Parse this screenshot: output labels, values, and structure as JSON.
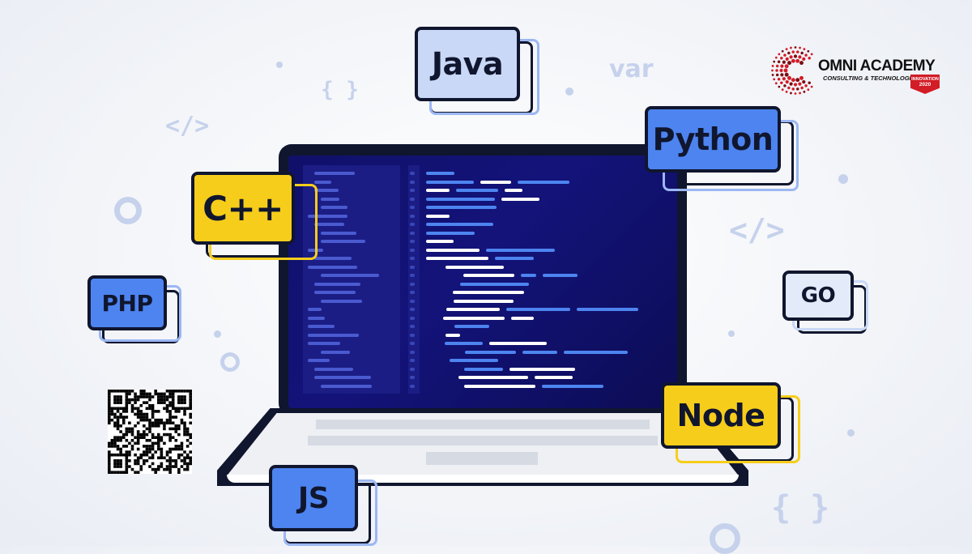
{
  "decor": {
    "braces_top": "{ }",
    "tag_left": "</>",
    "var": "var",
    "tag_right": "</>",
    "braces_bottom": "{ }"
  },
  "tags": {
    "java": "Java",
    "python": "Python",
    "cpp": "C++",
    "php": "PHP",
    "go": "GO",
    "node": "Node",
    "js": "JS"
  },
  "logo": {
    "name": "OMNI ACADEMY",
    "subtitle": "CONSULTING & TECHNOLOGIES",
    "badge_line1": "INNOVATION",
    "badge_line2": "2020"
  },
  "colors": {
    "yellow": "#f7cd1b",
    "blue": "#4d84f0",
    "light_blue": "#c9d8f7",
    "navy": "#10162e",
    "screen": "#12135e",
    "logo_red": "#d21c26"
  }
}
